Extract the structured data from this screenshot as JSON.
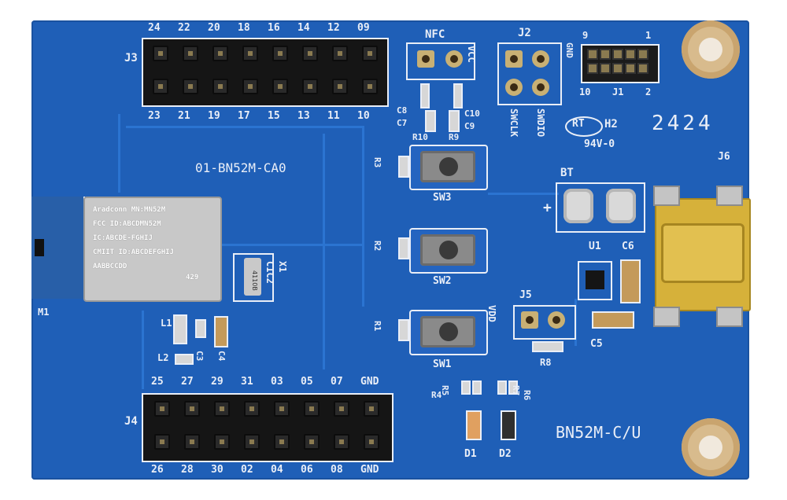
{
  "j3": {
    "label": "J3",
    "top_pins": [
      "24",
      "22",
      "20",
      "18",
      "16",
      "14",
      "12",
      "09"
    ],
    "bottom_pins": [
      "23",
      "21",
      "19",
      "17",
      "15",
      "13",
      "11",
      "10"
    ]
  },
  "j4": {
    "label": "J4",
    "top_pins": [
      "25",
      "27",
      "29",
      "31",
      "03",
      "05",
      "07",
      "GND"
    ],
    "bottom_pins": [
      "26",
      "28",
      "30",
      "02",
      "04",
      "06",
      "08",
      "GND"
    ]
  },
  "nfc": {
    "label": "NFC",
    "vcc": "VCC"
  },
  "j2": {
    "label": "J2",
    "gnd": "GND",
    "swclk": "SWCLK",
    "swdio": "SWDIO"
  },
  "j1": {
    "label": "J1",
    "pin9": "9",
    "pin1": "1",
    "pin10": "10",
    "pin2": "2"
  },
  "caps_top": {
    "c8": "C8",
    "c7": "C7",
    "c10": "C10",
    "c9": "C9",
    "r10": "R10",
    "r9": "R9"
  },
  "board_code": "01-BN52M-CA0",
  "logo": {
    "rt": "RT",
    "h2": "H2",
    "rating": "94V-0",
    "date": "2424"
  },
  "j6": "J6",
  "bt": {
    "label": "BT",
    "plus": "+"
  },
  "switches": [
    {
      "label": "SW3",
      "resistor": "R3"
    },
    {
      "label": "SW2",
      "resistor": "R2"
    },
    {
      "label": "SW1",
      "resistor": "R1"
    }
  ],
  "u1": "U1",
  "c6": "C6",
  "c5": "C5",
  "j5": {
    "label": "J5",
    "vdd": "VDD"
  },
  "r8": "R8",
  "x1": {
    "label": "X1",
    "c1c2": "C1C2",
    "marking": "4110B"
  },
  "small_parts": {
    "l1": "L1",
    "l2": "L2",
    "c3": "C3",
    "c4": "C4"
  },
  "module": {
    "lines": [
      "Aradconn MN:MN52M",
      "FCC ID:ABCDMN52M",
      "IC:ABCDE-FGHIJ",
      "CMIIT ID:ABCDEFGHIJ",
      "AABBCCDD"
    ],
    "number": "429",
    "m1": "M1"
  },
  "leds": {
    "r4": "R4",
    "r5": "R5",
    "r6": "R6",
    "r7": "R7",
    "d1": "D1",
    "d2": "D2"
  },
  "model": "BN52M-C/U"
}
